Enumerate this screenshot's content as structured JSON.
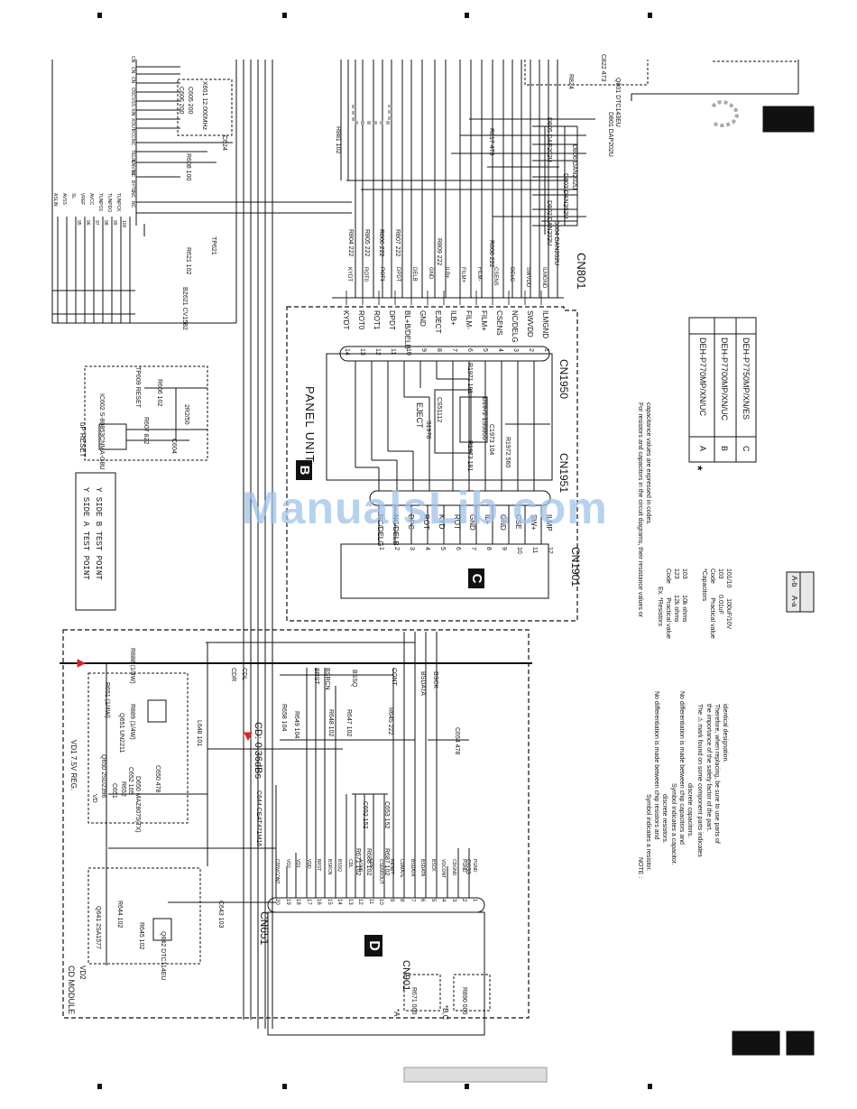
{
  "units": {
    "panel_unit": {
      "letter": "B",
      "label": "PANEL UNIT"
    },
    "c": {
      "letter": "C"
    },
    "d": {
      "letter": "D"
    },
    "cd_module": "CD MODULE"
  },
  "connectors": {
    "cn801": "CN801",
    "cn1950": "CN1950",
    "cn1951": "CN1951",
    "cn1901": "CN1901",
    "cn651": "CN651",
    "cn901": "CN901"
  },
  "cn801_pins": [
    "KYDT",
    "ROT0",
    "ROT1",
    "DPDT",
    "DELB",
    "GND",
    "ILB+",
    "FILM+",
    "FILM-",
    "CSENS",
    "DELG",
    "SWVDD",
    "ILMGND"
  ],
  "cn1950_pins": [
    {
      "n": "14",
      "sig": "KYDT"
    },
    {
      "n": "13",
      "sig": "ROT0"
    },
    {
      "n": "12",
      "sig": "ROT1"
    },
    {
      "n": "11",
      "sig": "DPDT"
    },
    {
      "n": "10",
      "sig": "BL+B/DELB"
    },
    {
      "n": "9",
      "sig": "GND"
    },
    {
      "n": "8",
      "sig": "EJECT"
    },
    {
      "n": "7",
      "sig": "ILB+"
    },
    {
      "n": "6",
      "sig": "FILM-"
    },
    {
      "n": "5",
      "sig": "FILM+"
    },
    {
      "n": "4",
      "sig": "CSENS"
    },
    {
      "n": "3",
      "sig": "NC/DELG"
    },
    {
      "n": "2",
      "sig": "SWVDD"
    },
    {
      "n": "1",
      "sig": "ILMGND"
    }
  ],
  "cn1901_pins": [
    {
      "n": "1",
      "sig": "NC/DELG"
    },
    {
      "n": "2",
      "sig": "NC/DELB"
    },
    {
      "n": "3",
      "sig": "DPC"
    },
    {
      "n": "4",
      "sig": "ROT"
    },
    {
      "n": "5",
      "sig": "KYD"
    },
    {
      "n": "6",
      "sig": "ROT"
    },
    {
      "n": "7",
      "sig": "GND"
    },
    {
      "n": "8",
      "sig": "IL+"
    },
    {
      "n": "9",
      "sig": "GND"
    },
    {
      "n": "10",
      "sig": "CSE"
    },
    {
      "n": "11",
      "sig": "SW+"
    },
    {
      "n": "12",
      "sig": "ILMP"
    }
  ],
  "cn651_pins": [
    {
      "n": "1",
      "sig": "PGND"
    },
    {
      "n": "2",
      "sig": "PGND"
    },
    {
      "n": "3",
      "sig": "CDGND"
    },
    {
      "n": "4",
      "sig": "VDCONT"
    },
    {
      "n": "5",
      "sig": "BSCK"
    },
    {
      "n": "6",
      "sig": "BSDATA"
    },
    {
      "n": "7",
      "sig": "BSDATA"
    },
    {
      "n": "8",
      "sig": "CDMATE"
    },
    {
      "n": "9",
      "sig": "RESET"
    },
    {
      "n": "10",
      "sig": "CSENSOUT"
    },
    {
      "n": "11",
      "sig": "CDR"
    },
    {
      "n": "12",
      "sig": "AGND"
    },
    {
      "n": "13",
      "sig": "CDL"
    },
    {
      "n": "14",
      "sig": "BSSQ"
    },
    {
      "n": "15",
      "sig": "BSRCN"
    },
    {
      "n": "16",
      "sig": "BRST"
    },
    {
      "n": "17",
      "sig": "VDD"
    },
    {
      "n": "18",
      "sig": "VD1"
    },
    {
      "n": "19",
      "sig": "VD2"
    },
    {
      "n": "20",
      "sig": "CD5VCONT"
    }
  ],
  "mcu_pins": [
    "CN",
    "CN",
    "CN",
    "OSC",
    "VSS",
    "XIN",
    "XOUT",
    "VCC",
    "NC",
    "TELIN",
    "CNVSS",
    "NC",
    "BYTE",
    "NC",
    "NC",
    "ASLIN",
    "AVSS",
    "SL",
    "VREF",
    "AVCC",
    "TUNPO1",
    "TUNPDO",
    "TUNPCK"
  ],
  "mcu_pin_nums": [
    "95",
    "96",
    "97",
    "98",
    "99",
    "100"
  ],
  "parts": {
    "x601": "X601 12.000MHz",
    "c605": "C605 200",
    "c606": "C606 200",
    "r608": "R608 100",
    "c624": "C624",
    "r621": "R621 102",
    "tp621": "TP621",
    "bz621": "BZ621 CV1582",
    "ic602": "IC602 S-80853CNMA-G8U",
    "up_reset": "uP RESET",
    "r607": "R607 822",
    "c604": "C604",
    "r606": "R606 102",
    "tp609": "TP609 RESET",
    "dc2": "2R2/50",
    "r881": "R881 102",
    "r817": "R817 473",
    "r804": "R804 222",
    "r805": "R805 222",
    "r806": "R806 222",
    "r807": "R807 222",
    "r809": "R809 222",
    "r808": "R808 222",
    "r810": "R810 222",
    "c822": "C822 473",
    "r824": "R824",
    "q801": "Q801 DTC143EU",
    "d801": "D801 DAP202U",
    "d802": "D802 DAN202U",
    "d803": "D803 DAN202U",
    "d804": "D804 DAN202U",
    "d805": "D805 DAP202U",
    "d806": "D806 DAN202U",
    "eject": "EJECT",
    "s1978": "S1978",
    "cs51112": "CS51112",
    "r1972": "R1972 560",
    "d1972": "D1972 1SS355",
    "c1973": "C1973 104",
    "r1971": "R1971 181",
    "r1973": "R1973 181",
    "r888": "R888 (1/4W)",
    "r889": "R889 (1/4W)",
    "vd1": "VD1 7.5V REG.",
    "q650": "Q650 2SD2396",
    "q651": "Q651 UN2211",
    "r651": "R651 (1/4W)",
    "c650": "C650 478",
    "c652": "C652 105",
    "r652": "R652",
    "d650": "D650 MAZ8075(TX)",
    "c651": "C651",
    "vd": "VD",
    "l648": "L648 101",
    "cdr": "CDR",
    "cdl": "CDL",
    "brst": "BRST",
    "bsrcn": "BSRCN",
    "bssq": "BSSQ",
    "cont": "CONT",
    "bsdata": "BSDATA",
    "bsck": "BSCK",
    "r658": "R658 104",
    "r649": "R649 104",
    "r648": "R648 102",
    "r647": "R647 102",
    "r645": "R645 222",
    "c654": "C654 478",
    "c644": "C644 CEAT471M16",
    "cd_level": "CD:-0.36dBs",
    "c652b": "C652 152",
    "c653": "C653 152",
    "r671": "R671 102",
    "r688": "R688 102",
    "r687": "R687 102",
    "q641": "Q641 2SA1577",
    "q642": "Q642 DTC114EU",
    "r644": "R644 102",
    "r645b": "R645 102",
    "c643": "C643 103",
    "vd2": "VD2",
    "r671b": "R671 000",
    "r890": "R890 000",
    "c633": "C633"
  },
  "test_point_legend": {
    "side_a": "Y SIDE A TEST POINT",
    "side_b": "Y SIDE B TEST POINT"
  },
  "model_table": [
    {
      "code": "A",
      "model": "DEH-P770MP/XN/UC"
    },
    {
      "code": "B",
      "model": "DEH-P7700MP/XN/UC"
    },
    {
      "code": "C",
      "model": "DEH-P7750MP/XN/ES"
    }
  ],
  "asterisk": "*",
  "footnote_markers": {
    "a": "*A",
    "bc": "*B,C"
  },
  "notes": {
    "title": "NOTE :",
    "resistor": "Symbol indicates a resistor.",
    "resistor2": "No differentiation is made between chip resistors and",
    "resistor3": "discrete resistors.",
    "capacitor": "Symbol indicates a capacitor.",
    "capacitor2": "No differentiation is made between chip capacitors and",
    "capacitor3": "discrete capacitors.",
    "safety": "The ⚠ mark found on some component parts indicates",
    "safety2": "the importance of the safety factor of the part.",
    "safety3": "Therefore, when replacing, be sure to use parts of",
    "safety4": "identical designation."
  },
  "codes": {
    "intro": "For resistors and capacitors in the circuit diagrams, their resistance values or",
    "intro2": "capacitance values are expressed in codes.",
    "ex": "Ex. *Resistors",
    "rhead": "Code        Practical value",
    "r1": "123         12k ohms",
    "r2": "103         10k ohms",
    "chead": "*Capacitors",
    "chead2": "Code        Practical value",
    "c1": "103         0.01uF",
    "c2": "101/10      100uF/10V"
  },
  "sheet_ref": {
    "a": "A-a",
    "b": "A-b"
  },
  "watermark": "ManualsLib.com"
}
